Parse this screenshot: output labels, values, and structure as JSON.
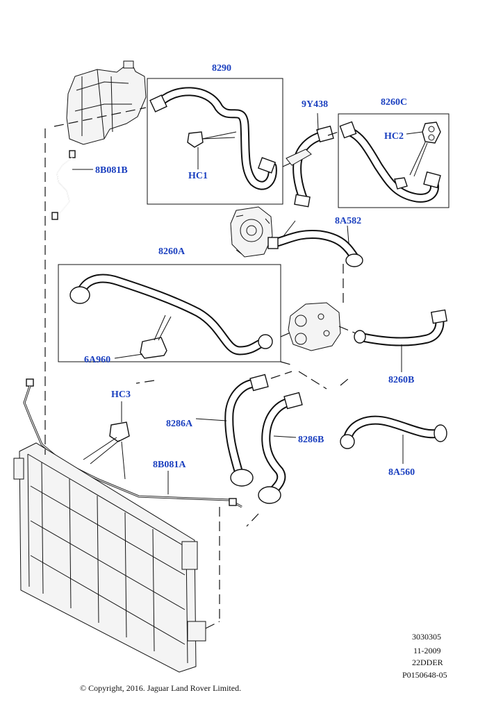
{
  "labels": {
    "l8290": "8290",
    "hc1": "HC1",
    "l9y438": "9Y438",
    "l8260c": "8260C",
    "hc2": "HC2",
    "l8b081b": "8B081B",
    "l8a582": "8A582",
    "l8260a": "8260A",
    "l6a960": "6A960",
    "l8260b": "8260B",
    "hc3": "HC3",
    "l8286a": "8286A",
    "l8286b": "8286B",
    "l8b081a": "8B081A",
    "l8a560": "8A560"
  },
  "reference": {
    "code": "3030305",
    "date": "11-2009",
    "model": "22DDER",
    "illustration": "P0150648-05"
  },
  "copyright": "© Copyright, 2016. Jaguar Land Rover Limited.",
  "colors": {
    "label_blue": "#1a3fbf",
    "line": "#111111"
  }
}
